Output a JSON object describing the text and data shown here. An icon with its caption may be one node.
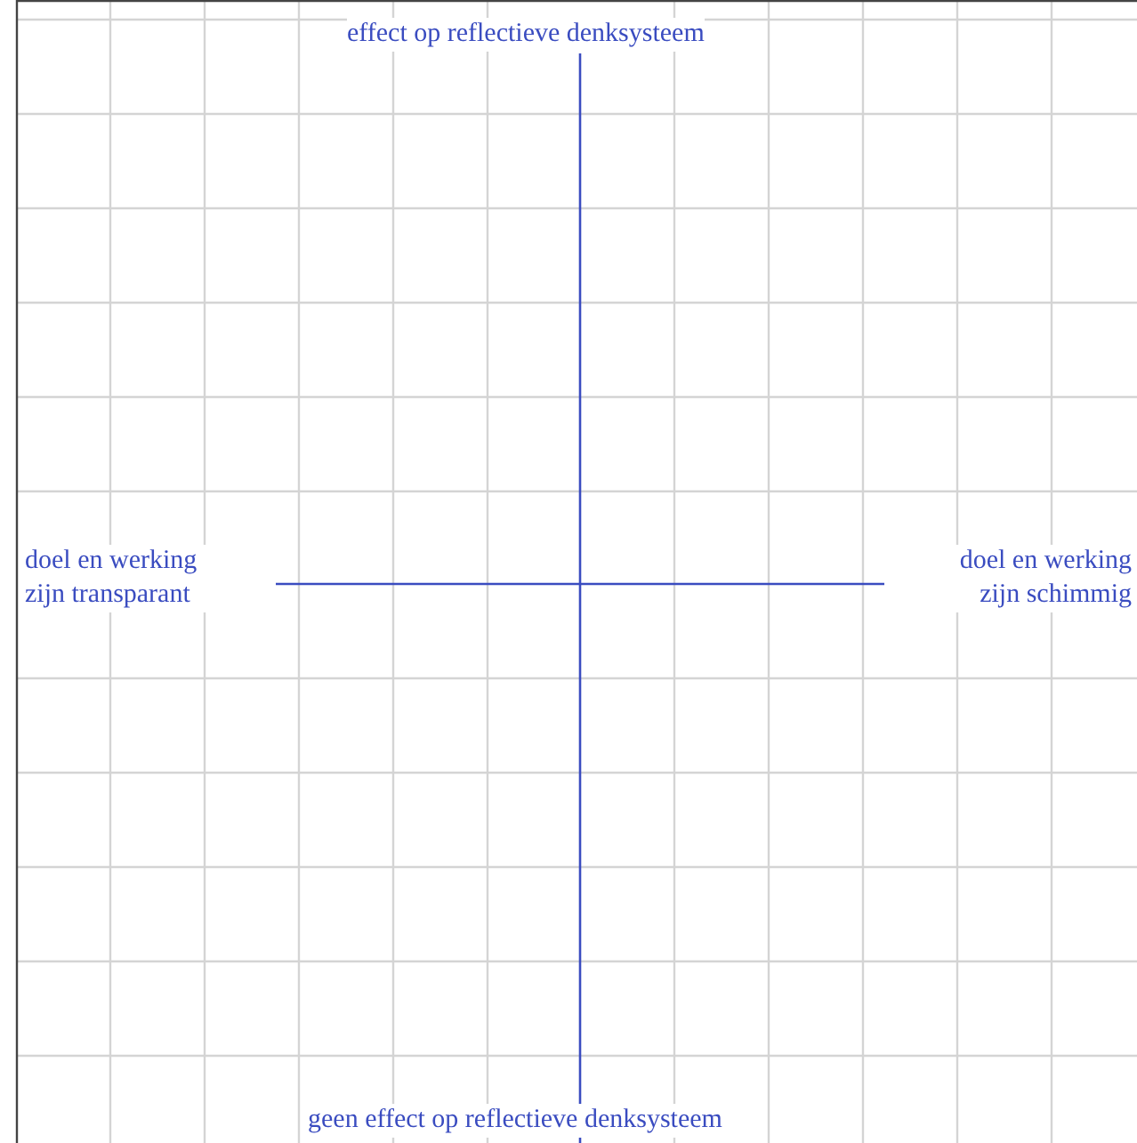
{
  "diagram": {
    "labels": [
      "effect op reflectieve denksysteem",
      "doel en werking zijn transparant",
      "doel en werking zijn schimmig",
      "geen effect op reflectieve denksysteem"
    ]
  }
}
